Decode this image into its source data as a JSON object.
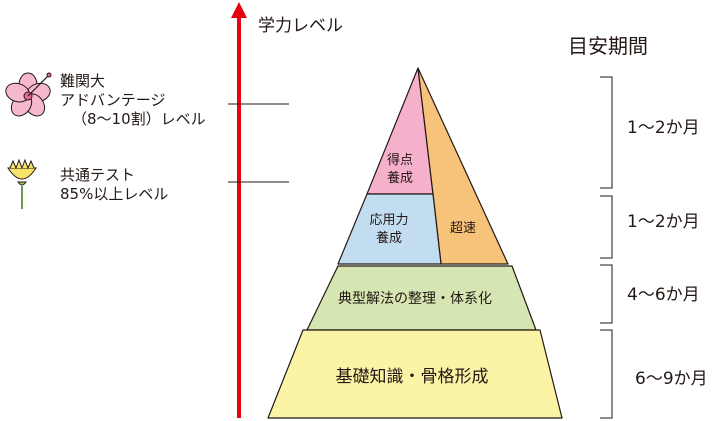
{
  "axis_title": "学力レベル",
  "period_title": "目安期間",
  "levels": {
    "nankan": {
      "lines": [
        "難関大",
        "アドバンテージ",
        "（8〜10割）レベル"
      ],
      "icon": "hibiscus-flower-icon"
    },
    "kyotsu": {
      "lines": [
        "共通テスト",
        "85%以上レベル"
      ],
      "icon": "dandelion-flower-icon"
    }
  },
  "segments": {
    "tokuten": [
      "得点",
      "養成"
    ],
    "ouyou": [
      "応用力",
      "養成"
    ],
    "chosoku": "超速",
    "tenkei": "典型解法の整理・体系化",
    "kiso": "基礎知識・骨格形成"
  },
  "periods": [
    "1～2か月",
    "1～2か月",
    "4～6か月",
    "6～9か月"
  ],
  "colors": {
    "arrow": "#e60012",
    "tokuten": "#f5b0cc",
    "ouyou": "#c2dcf0",
    "chosoku": "#f7c27a",
    "tenkei": "#d6e6b2",
    "kiso": "#fbf3a5",
    "outline": "#231815"
  }
}
